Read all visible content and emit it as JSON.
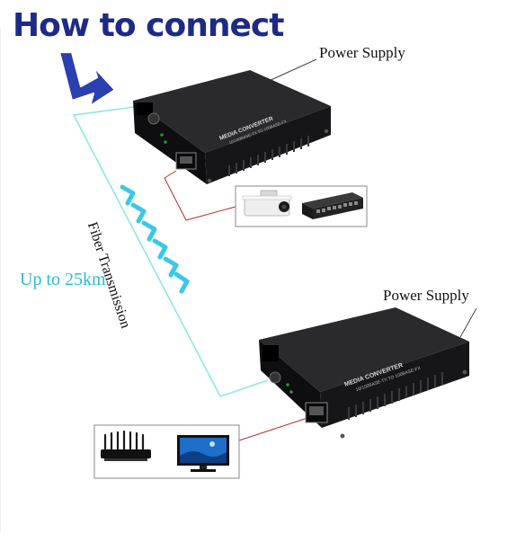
{
  "title": "How to connect",
  "labels": {
    "power_supply_top": "Power Supply",
    "power_supply_bottom": "Power Supply",
    "fiber_transmission": "Fiber Transmission",
    "distance": "Up to 25km"
  },
  "device_text": {
    "top_model": "MEDIA CONVERTER",
    "top_spec": "10/100BASE-TX TO 100BASE-FX",
    "bottom_model": "MEDIA CONVERTER",
    "bottom_spec": "10/100BASE-TX TO 100BASE-FX"
  },
  "colors": {
    "title": "#1d2b86",
    "fiber_line": "#8fe6e8",
    "chevrons": "#3ac8e6",
    "distance_text": "#2bbcd6",
    "copper_line": "#b03030"
  },
  "icons": {
    "top_box": [
      "ip-camera-icon",
      "network-switch-icon"
    ],
    "bottom_box": [
      "wifi-router-icon",
      "monitor-icon"
    ]
  }
}
